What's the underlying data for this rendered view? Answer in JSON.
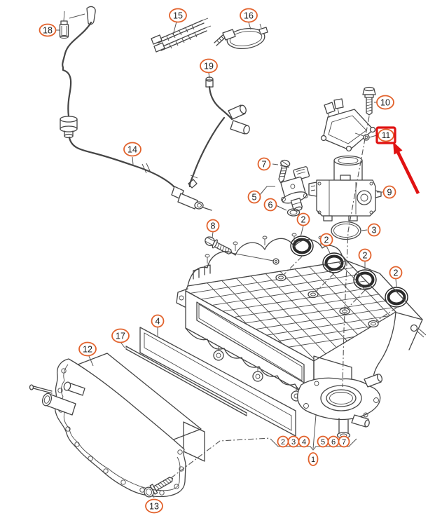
{
  "diagram": {
    "background": "#ffffff",
    "callout_color": "#e2622c",
    "line_color": "#454545",
    "highlight_color": "#e01212",
    "number_color": "#1d1d1d",
    "highlighted_callout": "11"
  },
  "callouts": {
    "c18": "18",
    "c15": "15",
    "c16": "16",
    "c19": "19",
    "c14": "14",
    "c10": "10",
    "c11": "11",
    "c9": "9",
    "c7": "7",
    "c5": "5",
    "c6": "6",
    "c2a": "2",
    "c3": "3",
    "c2b": "2",
    "c8": "8",
    "c2c": "2",
    "c2d": "2",
    "c4": "4",
    "c17": "17",
    "c12": "12",
    "c13": "13",
    "b2": "2",
    "b3": "3",
    "b4": "4",
    "b5": "5",
    "b6": "6",
    "b7": "7",
    "b1": "1"
  }
}
